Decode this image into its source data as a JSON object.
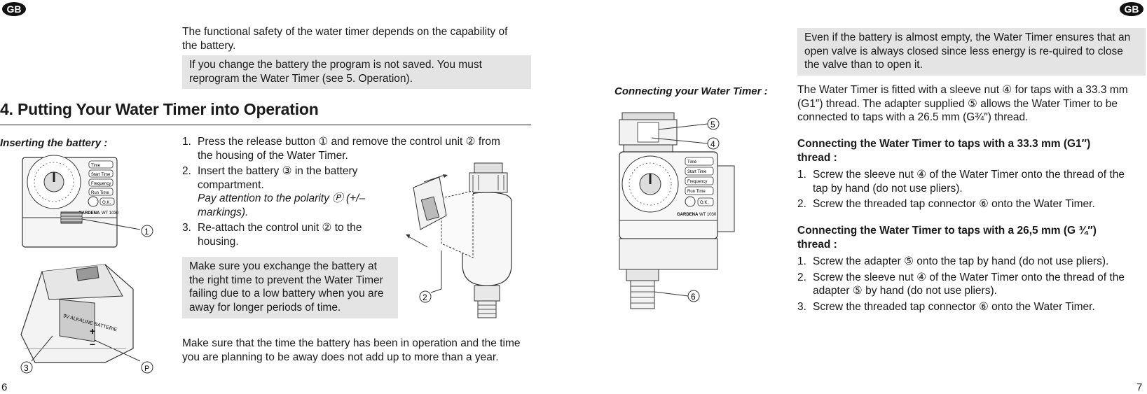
{
  "badges": {
    "left": "GB",
    "right": "GB"
  },
  "page_numbers": {
    "left": "6",
    "right": "7"
  },
  "left_page": {
    "intro": "The functional safety of the water timer depends on the capability of the battery.",
    "note1": "If you change the battery the program is not saved. You must reprogram the Water Timer (see 5. Operation).",
    "section_title": "4. Putting Your Water Timer into Operation",
    "side_label": "Inserting the battery :",
    "steps": [
      {
        "num": "1.",
        "text": "Press the release button ① and remove the control unit ② from the housing of the Water Timer."
      },
      {
        "num": "2.",
        "text": "Insert the battery ③ in the battery compartment.",
        "italic": "Pay attention to the polarity Ⓟ (+/– markings)."
      },
      {
        "num": "3.",
        "text": "Re-attach the control unit ② to the housing."
      }
    ],
    "note2": "Make sure you exchange the battery at the right time to prevent the Water Timer failing due to a low battery when you are away for longer periods of time.",
    "footer_text": "Make sure that the time the battery has been in operation and the time you are planning to be away does not add up to more than a year.",
    "figure_callouts": {
      "release": "1",
      "battery": "3",
      "polarity": "P",
      "control_unit": "2"
    },
    "device": {
      "buttons": [
        "Time",
        "Start Time",
        "Frequency",
        "Run Time"
      ],
      "ok": "O.K.",
      "brand": "GARDENA",
      "model": "WT 1030",
      "battery_label": "9V ALKALINE BATTERIE"
    }
  },
  "right_page": {
    "note": "Even if the battery is almost empty, the Water Timer ensures that an open valve is always closed since less energy is re-quired to close the valve than to open it.",
    "side_label": "Connecting your Water Timer :",
    "intro": "The Water Timer is fitted with a sleeve nut ④ for taps with a 33.3 mm (G1″) thread. The adapter supplied ⑤ allows the Water Timer to be connected to taps with a 26.5 mm (G¾″) thread.",
    "sub1_title": "Connecting the Water Timer to taps with a 33.3 mm (G1″) thread :",
    "sub1_steps": [
      {
        "num": "1.",
        "text": "Screw the sleeve nut ④ of the Water Timer onto the thread of the tap by hand (do not use pliers)."
      },
      {
        "num": "2.",
        "text": "Screw the threaded tap connector ⑥ onto the Water Timer."
      }
    ],
    "sub2_title": "Connecting the Water Timer to taps with a 26,5 mm (G ¾″) thread :",
    "sub2_steps": [
      {
        "num": "1.",
        "text": "Screw the adapter ⑤ onto the tap by hand (do not use pliers)."
      },
      {
        "num": "2.",
        "text": "Screw the sleeve nut ④ of the Water Timer onto the thread of the adapter ⑤ by hand (do not use pliers)."
      },
      {
        "num": "3.",
        "text": "Screw the threaded tap connector ⑥ onto the Water Timer."
      }
    ],
    "figure_callouts": {
      "adapter": "5",
      "sleeve_nut": "4",
      "tap_connector": "6"
    },
    "device": {
      "buttons": [
        "Time",
        "Start Time",
        "Frequency",
        "Run Time"
      ],
      "ok": "O.K.",
      "brand": "GARDENA",
      "model": "WT 1030"
    }
  }
}
